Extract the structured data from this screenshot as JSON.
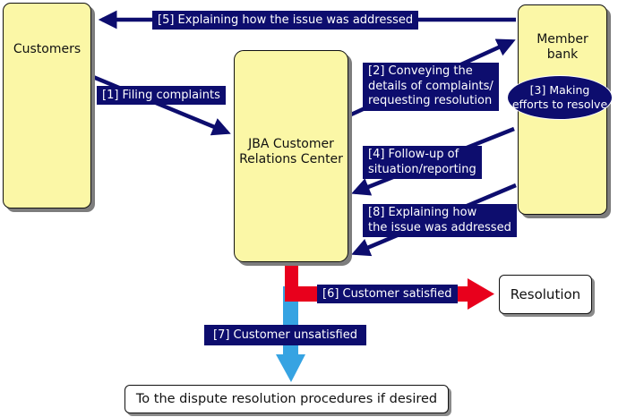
{
  "nodes": {
    "customers": "Customers",
    "member_bank": "Member\nbank",
    "jba": "JBA Customer\nRelations Center",
    "resolution": "Resolution",
    "dispute": "To the dispute resolution procedures if desired"
  },
  "steps": {
    "s1": "[1] Filing complaints",
    "s2": "[2] Conveying the\ndetails of complaints/\nrequesting resolution",
    "s3": "[3] Making\nefforts to resolve",
    "s4": "[4] Follow-up of\nsituation/reporting",
    "s5": "[5] Explaining how the issue was addressed",
    "s6": "[6] Customer satisfied",
    "s7": "[7] Customer unsatisfied",
    "s8": "[8] Explaining how\nthe issue was addressed"
  },
  "colors": {
    "box_fill": "#fbf7a6",
    "label_fill": "#0d0d6e",
    "arrow_navy": "#0d0d6e",
    "satisfied_arrow": "#e8001c",
    "unsatisfied_arrow": "#36a3e2"
  }
}
